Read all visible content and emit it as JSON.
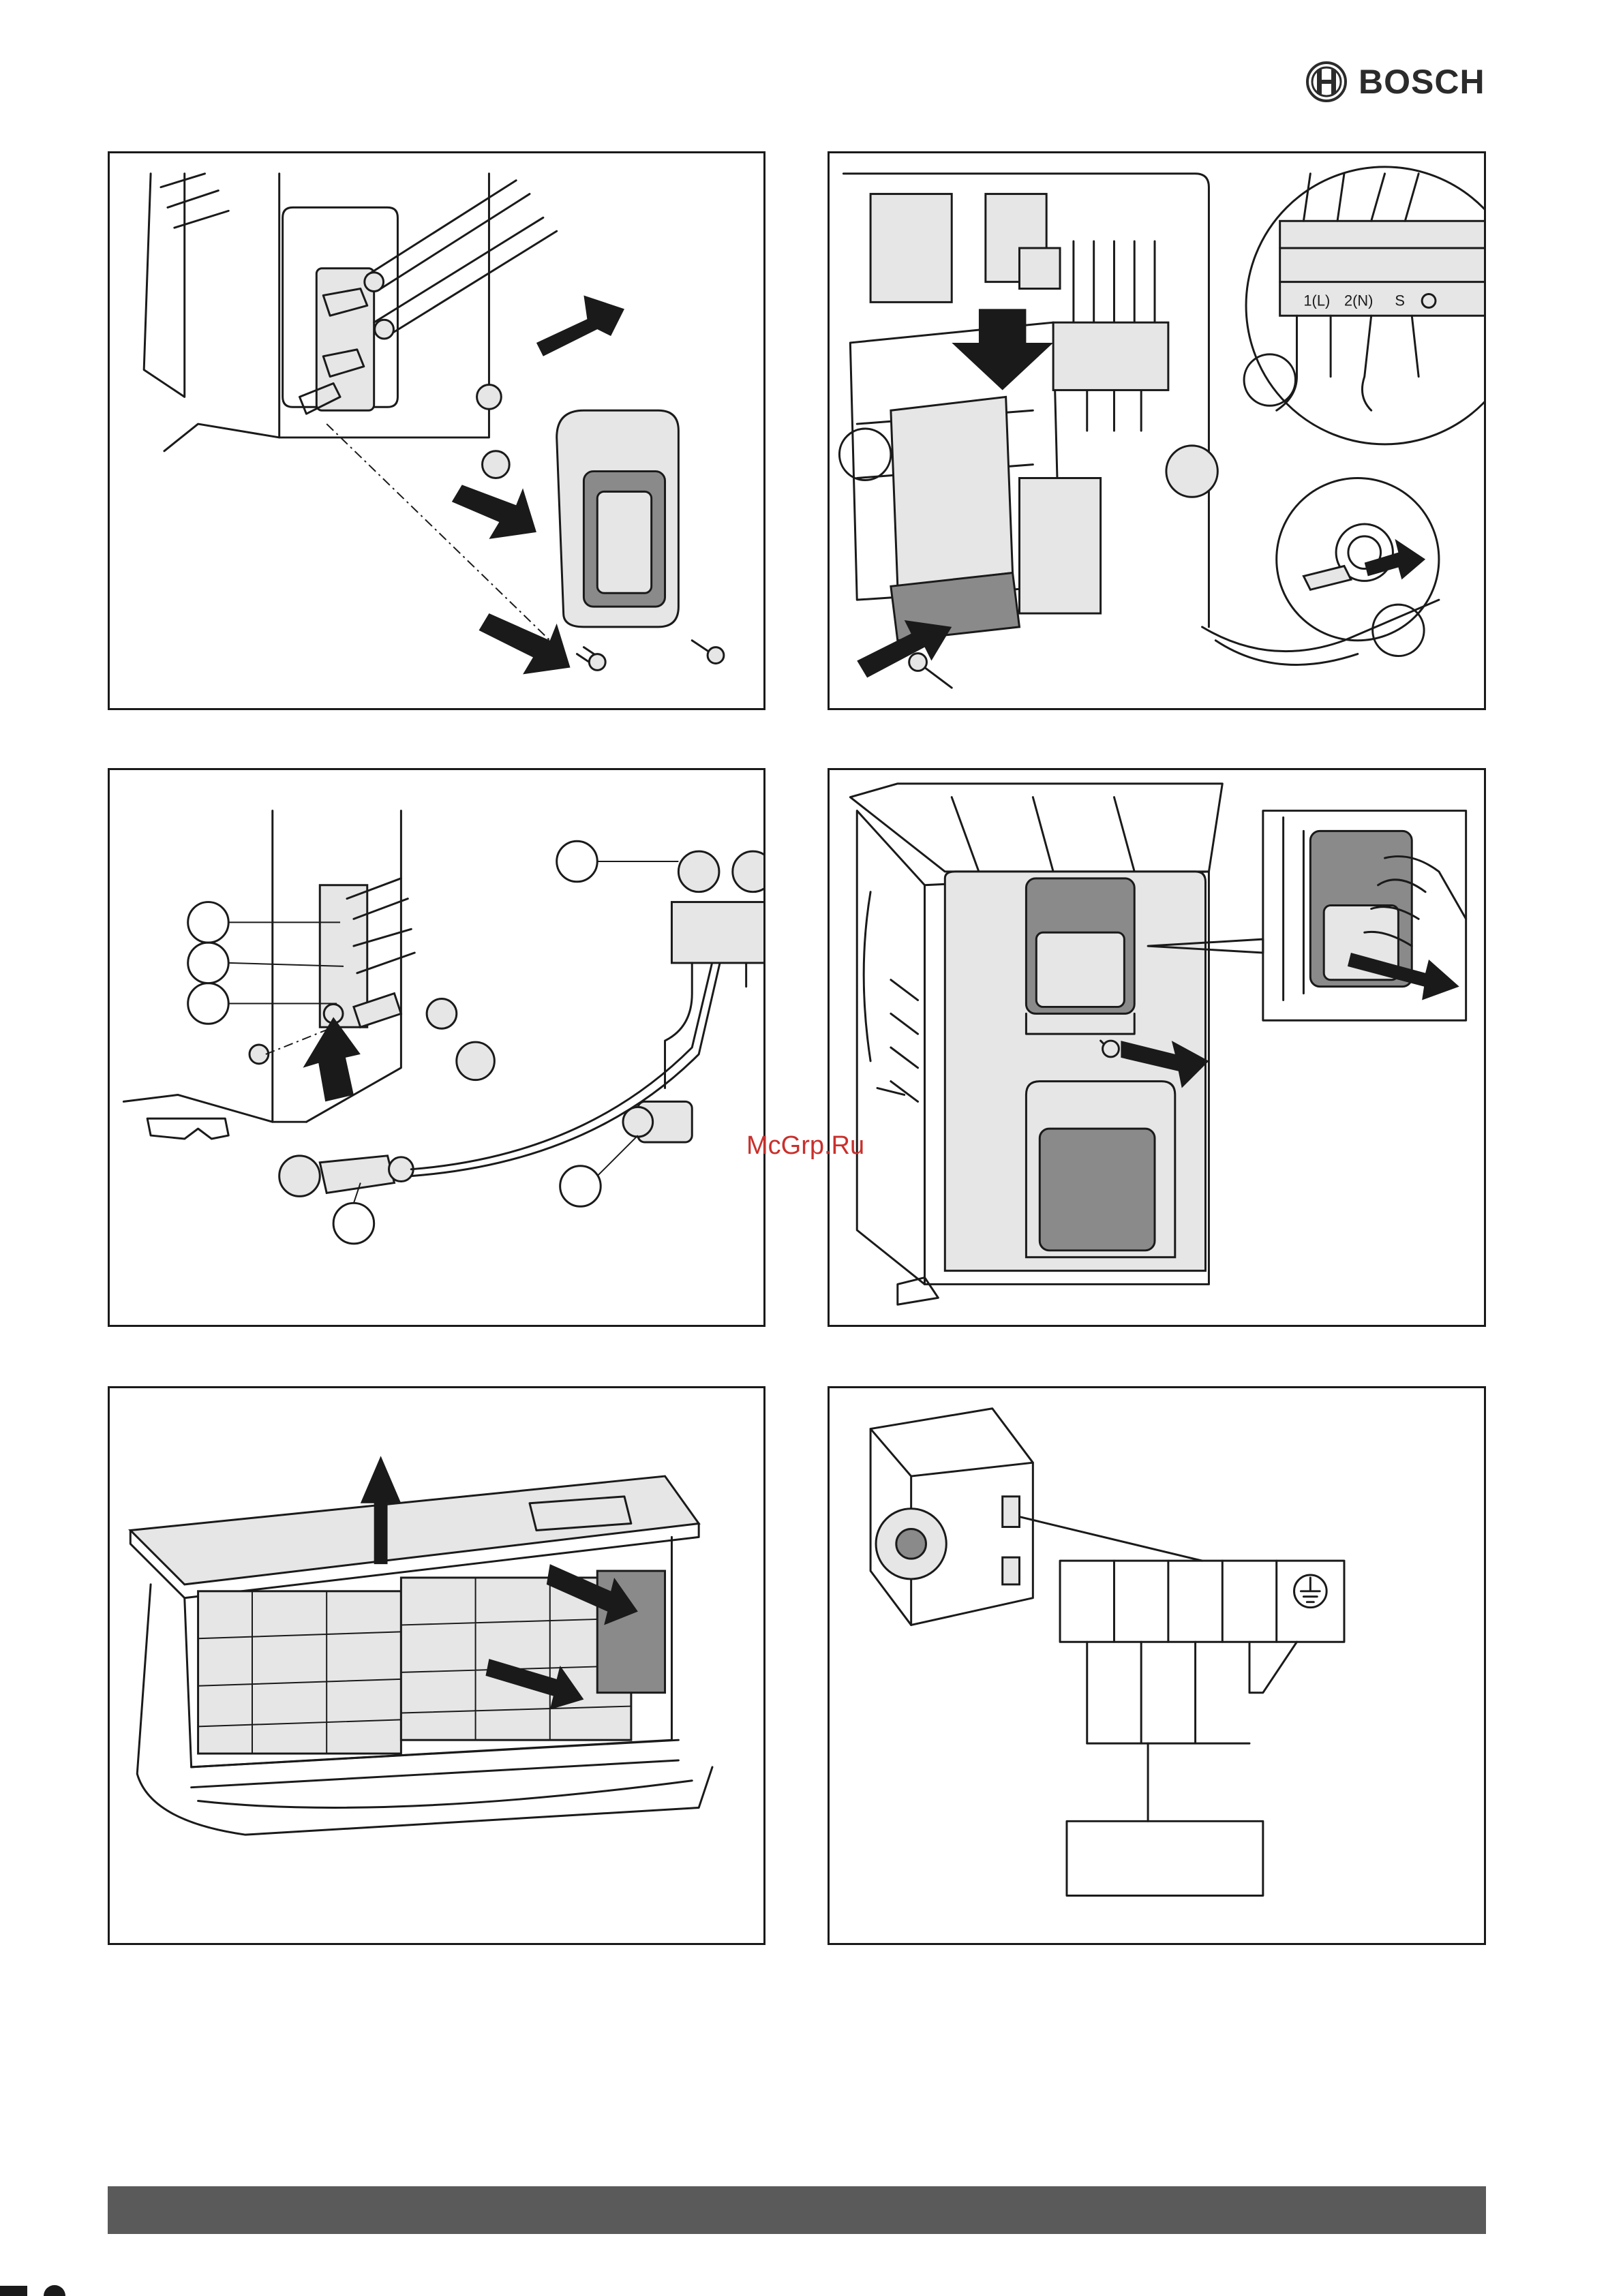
{
  "header": {
    "brand": "BOSCH",
    "logo_icon": "bosch-armature-icon"
  },
  "panel_2": {
    "terminal_labels": [
      "1(L)",
      "2(N)",
      "S"
    ]
  },
  "watermark": {
    "text": "McGrp.Ru"
  },
  "colors": {
    "footer_bar": "#5a5a5a",
    "watermark": "#c9302c",
    "frame": "#1a1a1a"
  }
}
